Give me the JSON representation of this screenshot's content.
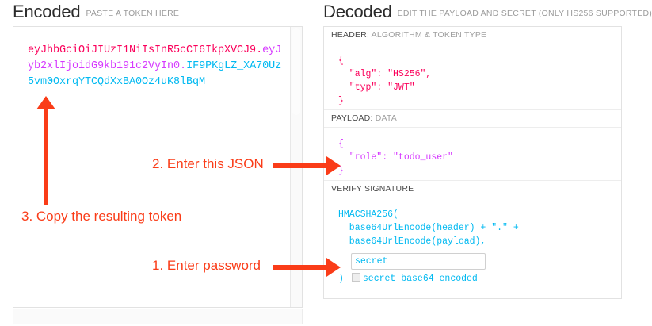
{
  "encoded": {
    "title": "Encoded",
    "subtitle": "PASTE A TOKEN HERE",
    "token": {
      "header_segment": "eyJhbGciOiJIUzI1NiIsInR5cCI6IkpXVCJ9",
      "payload_segment": "eyJyb2xlIjoidG9kb191c2VyIn0",
      "signature_segment": "IF9PKgLZ_XA70Uz5vm0OxrqYTCQdXxBA0Oz4uK8lBqM",
      "separator": "."
    }
  },
  "decoded": {
    "title": "Decoded",
    "subtitle": "EDIT THE PAYLOAD AND SECRET (ONLY HS256 SUPPORTED)",
    "sections": {
      "header": {
        "label_key": "HEADER:",
        "label_value": "ALGORITHM & TOKEN TYPE",
        "code": "{\n  \"alg\": \"HS256\",\n  \"typ\": \"JWT\"\n}"
      },
      "payload": {
        "label_key": "PAYLOAD:",
        "label_value": "DATA",
        "code": "{\n  \"role\": \"todo_user\"\n}"
      },
      "verify": {
        "label_key": "VERIFY SIGNATURE",
        "label_value": "",
        "code_line1": "HMACSHA256(",
        "code_line2": "  base64UrlEncode(header) + \".\" +",
        "code_line3": "  base64UrlEncode(payload),",
        "secret_value": "secret",
        "secret_placeholder": "secret",
        "closing_paren": ")",
        "base64_label": "secret base64 encoded",
        "base64_checked": false
      }
    }
  },
  "annotations": [
    {
      "id": "step2",
      "text": "2. Enter this JSON",
      "direction": "right"
    },
    {
      "id": "step1",
      "text": "1. Enter password",
      "direction": "right"
    },
    {
      "id": "step3",
      "text": "3. Copy the resulting token",
      "direction": "up"
    }
  ],
  "colors": {
    "header_color": "#fb015b",
    "payload_color": "#d63aff",
    "signature_color": "#00b9f1",
    "annotation_color": "#fa3c18",
    "panel_border": "#e2e2e2",
    "label_gray": "#a0a0a0"
  }
}
